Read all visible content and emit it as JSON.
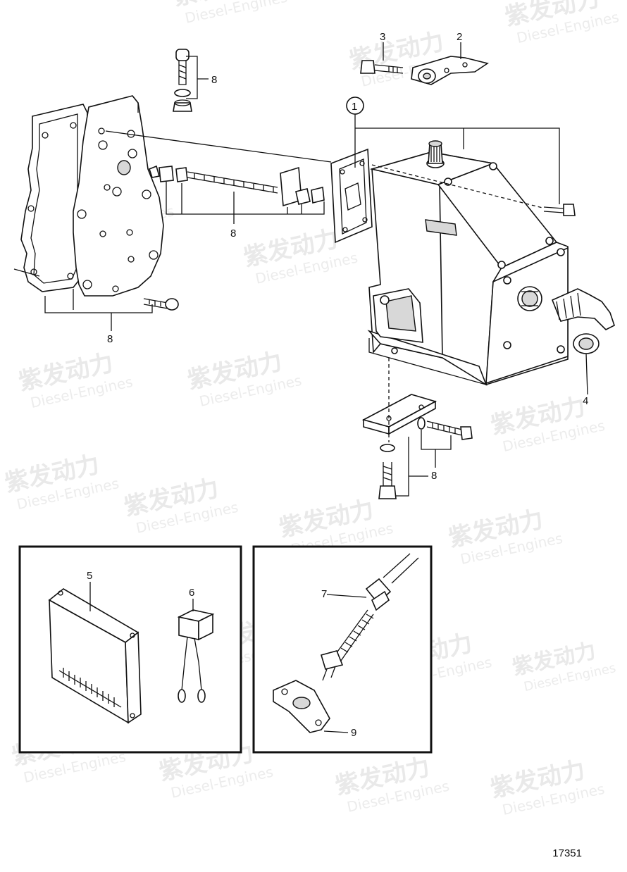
{
  "watermark": {
    "logo_text": "紫发动力",
    "sub_text": "Diesel-Engines"
  },
  "callouts": {
    "c1": "1",
    "c2": "2",
    "c3": "3",
    "c4": "4",
    "c5": "5",
    "c6": "6",
    "c7": "7",
    "c8": "8",
    "c9": "9"
  },
  "figure_number": "17351",
  "colors": {
    "line": "#111111",
    "watermark": "#e9e9e9",
    "background": "#ffffff"
  }
}
